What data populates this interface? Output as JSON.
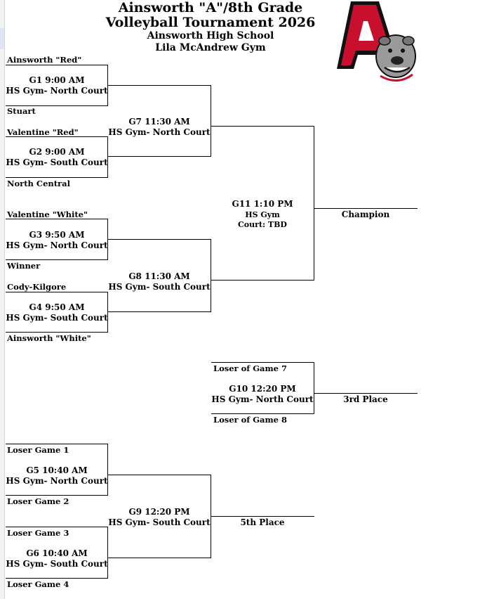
{
  "header": {
    "title_line1": "Ainsworth \"A\"/8th Grade",
    "title_line2": "Volleyball Tournament 2026",
    "school": "Ainsworth High School",
    "gym": "Lila McAndrew Gym"
  },
  "teams": {
    "ainsworth_red": "Ainsworth \"Red\"",
    "stuart": "Stuart",
    "valentine_red": "Valentine \"Red\"",
    "north_central": "North Central",
    "valentine_white": "Valentine \"White\"",
    "winner": "Winner",
    "cody_kilgore": "Cody-Kilgore",
    "ainsworth_white": "Ainsworth \"White\""
  },
  "games": {
    "g1": {
      "time": "G1     9:00 AM",
      "court": "HS Gym- North Court"
    },
    "g2": {
      "time": "G2     9:00 AM",
      "court": "HS Gym- South Court"
    },
    "g3": {
      "time": "G3     9:50 AM",
      "court": "HS Gym- North Court"
    },
    "g4": {
      "time": "G4     9:50 AM",
      "court": "HS Gym- South Court"
    },
    "g5": {
      "time": "G5     10:40 AM",
      "court": "HS Gym- North Court"
    },
    "g6": {
      "time": "G6   10:40 AM",
      "court": "HS Gym- South Court"
    },
    "g7": {
      "time": "G7   11:30 AM",
      "court": "HS Gym- North Court"
    },
    "g8": {
      "time": "G8      11:30 AM",
      "court": "HS Gym- South Court"
    },
    "g9": {
      "time": "G9      12:20 PM",
      "court": "HS Gym- South Court"
    },
    "g10": {
      "time": "G10     12:20 PM",
      "court": "HS Gym- North Court"
    },
    "g11": {
      "time": "G11     1:10 PM",
      "venue": "HS Gym",
      "court": "Court: TBD"
    }
  },
  "consolation": {
    "loser_g7": "Loser of Game 7",
    "loser_g8": "Loser of Game 8",
    "loser_g1": "Loser Game 1",
    "loser_g2": "Loser Game 2",
    "loser_g3": "Loser Game 3",
    "loser_g4": "Loser Game 4"
  },
  "results": {
    "champion": "Champion",
    "third": "3rd Place",
    "fifth": "5th Place"
  },
  "logo": {
    "letter": "A",
    "icon": "bulldog-mascot-icon",
    "colors": {
      "red": "#c8102e",
      "black": "#111111",
      "gray": "#9a9a9a"
    }
  }
}
